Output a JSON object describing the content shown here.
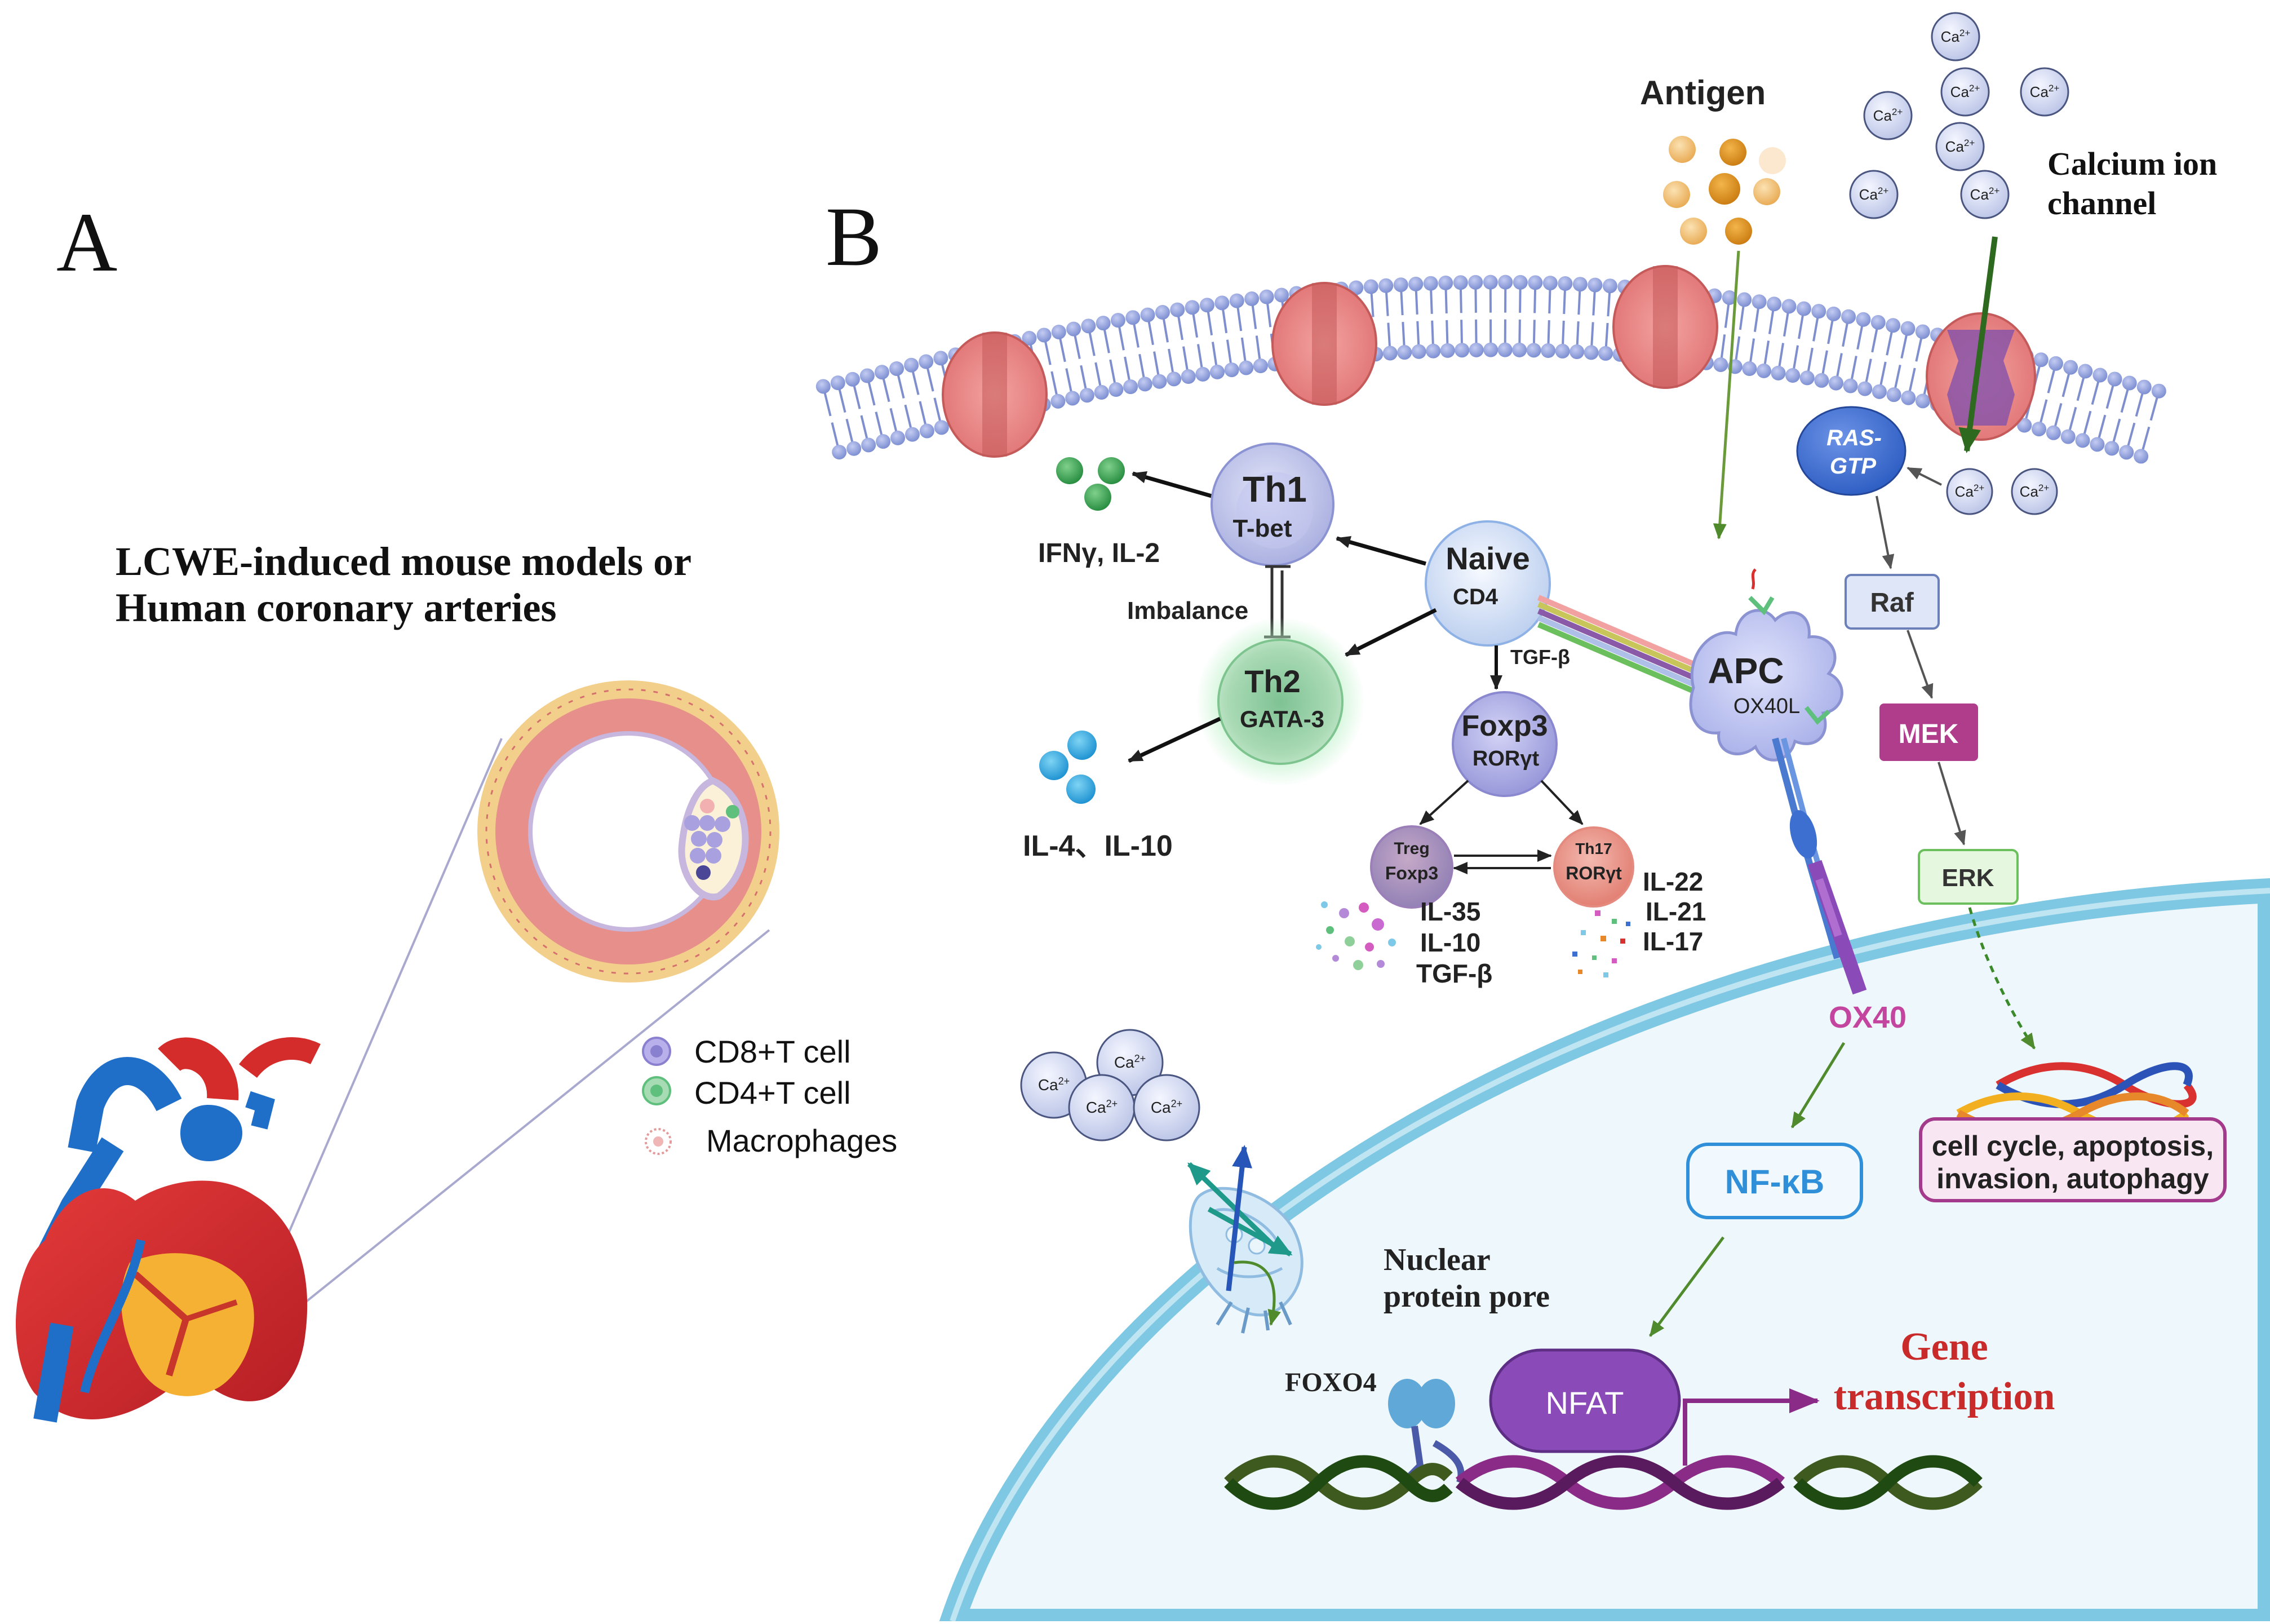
{
  "panel_a": {
    "letter": "A",
    "title_line1": "LCWE-induced mouse models or",
    "title_line2": "Human coronary arteries",
    "legend": [
      {
        "label": "CD8+T cell",
        "icon": "cd8-cell-icon",
        "color": "#9a8fd8"
      },
      {
        "label": "CD4+T cell",
        "icon": "cd4-cell-icon",
        "color": "#6fbf86"
      },
      {
        "label": "Macrophages",
        "icon": "macrophage-icon",
        "color": "#e08a8a"
      }
    ]
  },
  "panel_b": {
    "letter": "B",
    "antigen": "Antigen",
    "calcium_channel_line1": "Calcium ion",
    "calcium_channel_line2": "channel",
    "ca_label": "Ca",
    "ca_sup": "2+",
    "cells": {
      "th1_name": "Th1",
      "th1_tf": "T-bet",
      "naive_name": "Naive",
      "naive_sub": "CD4",
      "th2_name": "Th2",
      "th2_tf": "GATA-3",
      "foxp3_name": "Foxp3",
      "foxp3_sub": "RORγt",
      "treg_name": "Treg",
      "treg_sub": "Foxp3",
      "th17_name": "Th17",
      "th17_sub": "RORγt",
      "apc_name": "APC",
      "apc_sub": "OX40L"
    },
    "labels": {
      "ifn": "IFNγ, IL-2",
      "imbalance": "Imbalance",
      "tgfb": "TGF-β",
      "il4_il10": "IL-4、IL-10",
      "treg_cytokines": [
        "IL-35",
        "IL-10",
        "TGF-β"
      ],
      "th17_cytokines": [
        "IL-22",
        "IL-21",
        "IL-17"
      ]
    },
    "pathway": {
      "ras_line1": "RAS-",
      "ras_line2": "GTP",
      "raf": "Raf",
      "mek": "MEK",
      "erk": "ERK",
      "outcome_line1": "cell cycle, apoptosis,",
      "outcome_line2": "invasion, autophagy"
    },
    "nucleus": {
      "ox40": "OX40",
      "nfkb": "NF-κB",
      "nfat": "NFAT",
      "foxo4": "FOXO4",
      "pore_line1": "Nuclear",
      "pore_line2": "protein pore",
      "gene_line1": "Gene",
      "gene_line2": "transcription"
    },
    "colors": {
      "membrane_head": "#8f9fd8",
      "channel": "#ec8a8a",
      "nucleus_fill": "#eef7fb",
      "nucleus_border": "#7ec8e3",
      "gene_red": "#c92a2a",
      "mek": "#b03c8c",
      "nfat": "#8a4bb8",
      "ras": "#3d6fd1"
    }
  }
}
